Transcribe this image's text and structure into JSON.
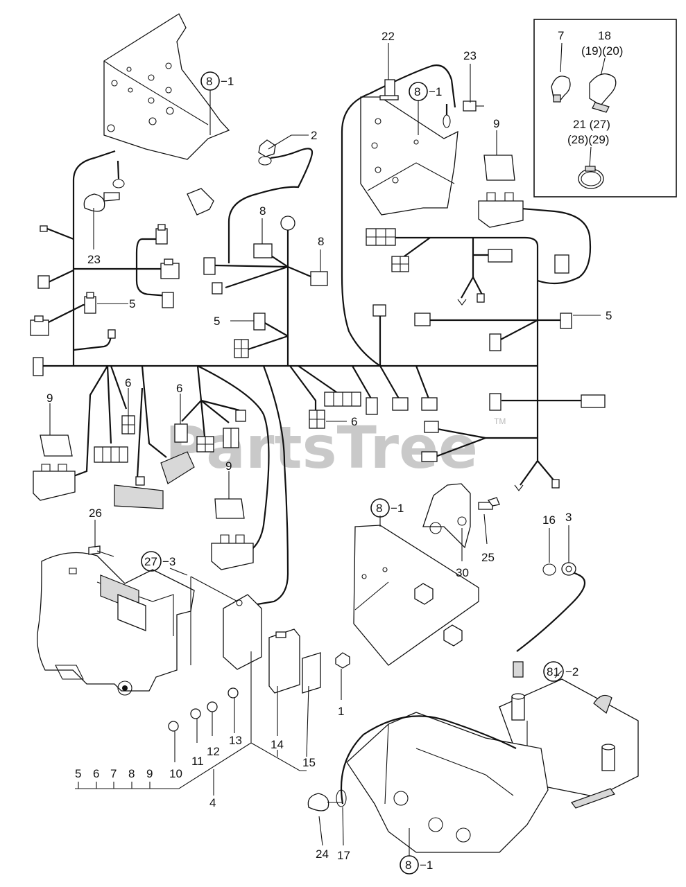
{
  "watermark": {
    "text": "PartsTree",
    "tm": "TM"
  },
  "inset": {
    "labels": [
      "7",
      "18",
      "(19)(20)",
      "21 (27)",
      "(28)(29)"
    ]
  },
  "callouts": {
    "c22": "22",
    "c23a": "23",
    "c23b": "23",
    "c2": "2",
    "c8a": "8",
    "c8b": "8",
    "c9a": "9",
    "c9b": "9",
    "c9c": "9",
    "c5a": "5",
    "c5b": "5",
    "c5c": "5",
    "c6a": "6",
    "c6b": "6",
    "c6c": "6",
    "c26": "26",
    "c30": "30",
    "c25": "25",
    "c16": "16",
    "c3": "3",
    "c1": "1",
    "c14": "14",
    "c15": "15",
    "c13": "13",
    "c12": "12",
    "c11": "11",
    "c10": "10",
    "c4": "4",
    "c24": "24",
    "c17": "17"
  },
  "circled": {
    "r81a": {
      "num": "8",
      "suffix": "−1"
    },
    "r81b": {
      "num": "8",
      "suffix": "−1"
    },
    "r81c": {
      "num": "8",
      "suffix": "−1"
    },
    "r81d": {
      "num": "8",
      "suffix": "−1"
    },
    "r273": {
      "num": "27",
      "suffix": "−3"
    },
    "r812": {
      "num": "81",
      "suffix": "−2"
    }
  },
  "series_row": [
    "5",
    "6",
    "7",
    "8",
    "9"
  ]
}
